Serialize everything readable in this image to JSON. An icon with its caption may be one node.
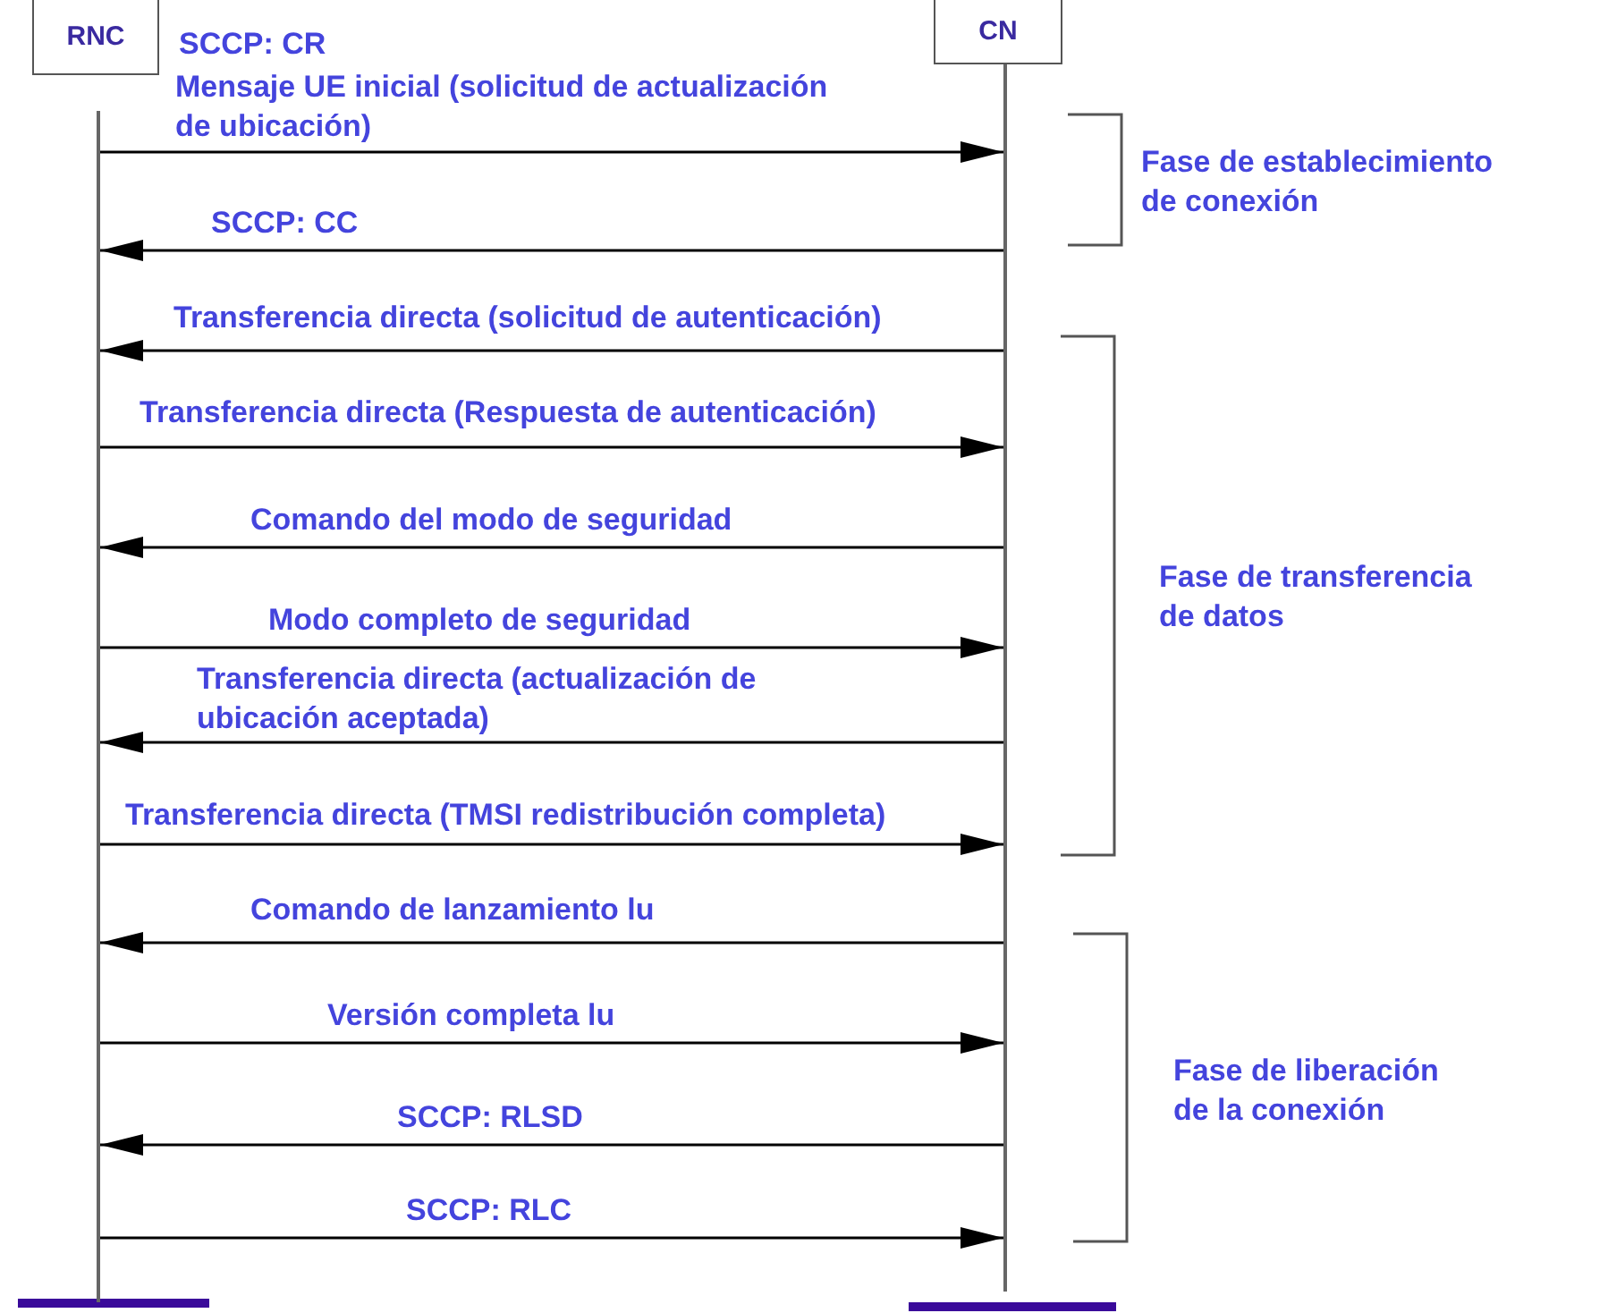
{
  "diagram": {
    "nodes": [
      {
        "text": [
          "RNC"
        ]
      },
      {
        "text": [],
        "shape": "bar"
      },
      {
        "text": [
          "CN"
        ]
      },
      {
        "text": [],
        "shape": "bar"
      }
    ],
    "edges": [
      {
        "from": 1,
        "to": 3,
        "arrow": "to",
        "label": "Mensaje UE inicial (solicitud de actualización de ubicación)"
      },
      {
        "from": 3,
        "to": 1,
        "arrow": "to",
        "label": "SCCP: CC"
      },
      {
        "from": 3,
        "to": 1,
        "arrow": "to",
        "label": "Transferencia directa (solicitud de autenticación)"
      },
      {
        "from": 1,
        "to": 3,
        "arrow": "to",
        "label": "Transferencia directa (Respuesta de autenticación)"
      },
      {
        "from": 3,
        "to": 1,
        "arrow": "to",
        "label": "Comando del modo de seguridad"
      },
      {
        "from": 1,
        "to": 3,
        "arrow": "to",
        "label": "Modo completo de seguridad"
      },
      {
        "from": 3,
        "to": 1,
        "arrow": "to",
        "label": "Transferencia directa (actualización de ubicación aceptada)"
      },
      {
        "from": 1,
        "to": 3,
        "arrow": "to",
        "label": "Transferencia directa (TMSI redistribución completa)"
      },
      {
        "from": 3,
        "to": 1,
        "arrow": "to",
        "label": "Comando de lanzamiento lu"
      },
      {
        "from": 1,
        "to": 3,
        "arrow": "to",
        "label": "Versión completa lu"
      },
      {
        "from": 3,
        "to": 1,
        "arrow": "to",
        "label": "SCCP: RLSD"
      },
      {
        "from": 1,
        "to": 3,
        "arrow": "to",
        "label": "SCCP: RLC"
      }
    ],
    "labels": [
      "SCCP: CR",
      "Fase de establecimiento de conexión",
      "Fase de transferencia de datos",
      "Fase de liberación de la conexión"
    ]
  }
}
